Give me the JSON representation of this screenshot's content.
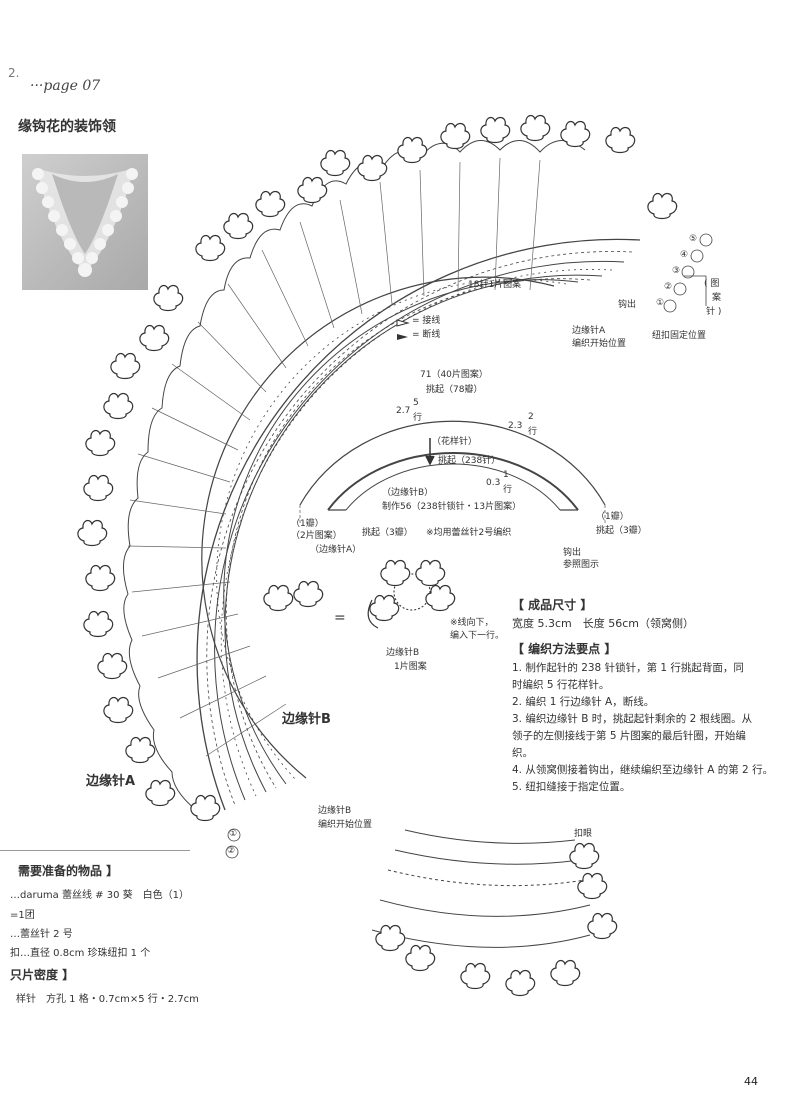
{
  "header": {
    "corner_mark": "2.",
    "page_label": "···page 07",
    "title": "缘钩花的装饰领"
  },
  "diagram": {
    "motif_count_label": "18针1片图案",
    "legend": {
      "join": "= 接线",
      "cut": "= 断线"
    },
    "chain_pattern": {
      "line1": "( 图",
      "line2": "案",
      "line3": "针 )"
    },
    "buttonhole_label": "钩出",
    "edge_a_start": {
      "line1": "边缘针A",
      "line2": "编织开始位置"
    },
    "button_position": "纽扣固定位置",
    "edge_b_label": "边缘针B",
    "edge_a_label": "边缘针A",
    "edge_b_start": {
      "line1": "边缘针B",
      "line2": "编织开始位置"
    },
    "buttonloop_label": "扣眼",
    "circled_numbers": [
      "⑤",
      "④",
      "③",
      "②",
      "①",
      "①",
      "②"
    ]
  },
  "schematic": {
    "total_width": "71（40片图案）",
    "pick_up_top": "挑起（78瓣）",
    "left_rows": "2.7",
    "left_rows_frac_num": "5",
    "left_rows_frac_den": "行",
    "right_rows": "2.3",
    "right_rows_frac_num": "2",
    "right_rows_frac_den": "行",
    "flower_stitch": "（花样针）",
    "pick_up_238": "挑起（238针）",
    "bottom_rows": "0.3",
    "bottom_rows_frac_num": "1",
    "bottom_rows_frac_den": "行",
    "edge_b": "（边缘针B）",
    "foundation": "制作56（238针锁针・13片图案）",
    "left_petal": "（1瓣）",
    "left_motif": "（2片图案）",
    "left_edge_a": "（边缘针A）",
    "left_pick": "挑起（3瓣）",
    "lace_note": "※均用蕾丝针2号编织",
    "right_petal": "（1瓣）",
    "right_pick": "挑起（3瓣）",
    "hook_ref": "钩出",
    "hook_ref2": "参照图示"
  },
  "motif_detail": {
    "note_line1": "※线向下，",
    "note_line2": "编入下一行。",
    "caption_line1": "边缘针B",
    "caption_line2": "1片图案"
  },
  "finished_size": {
    "heading": "【 成品尺寸 】",
    "text": "宽度 5.3cm　长度 56cm（领窝侧）"
  },
  "method": {
    "heading": "【 编织方法要点 】",
    "steps": [
      "1. 制作起针的 238 针锁针，第 1 行挑起背面，同",
      "时编织 5 行花样针。",
      "2. 编织 1 行边缘针 A，断线。",
      "3. 编织边缘针 B 时，挑起起针剩余的 2 根线圈。从",
      "领子的左侧接线于第 5 片图案的最后针圈，开始编",
      "织。",
      "4. 从领窝侧接着钩出，继续编织至边缘针 A 的第 2 行。",
      "5. 纽扣缝接于指定位置。"
    ]
  },
  "materials": {
    "heading": "需要准备的物品 】",
    "lines": [
      "…daruma 蕾丝线 # 30 葵　白色（1）",
      "=1团",
      "…蕾丝针 2 号",
      "扣…直径 0.8cm 珍珠纽扣 1 个"
    ]
  },
  "gauge": {
    "heading": "只片密度 】",
    "text": "样针　方孔 1 格・0.7cm×5 行・2.7cm"
  },
  "page_number": "44"
}
